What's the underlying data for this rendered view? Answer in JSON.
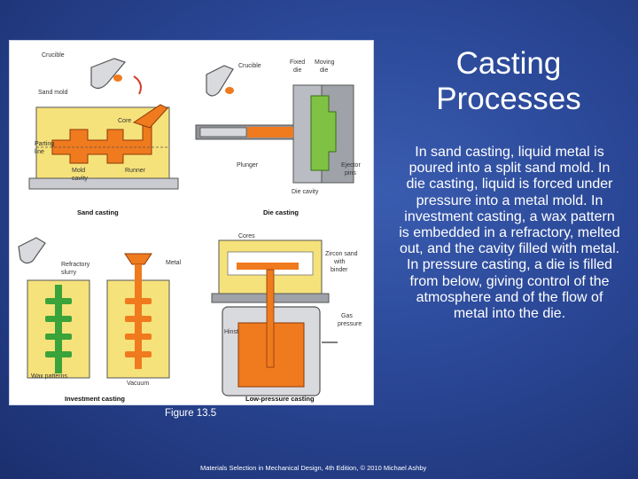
{
  "slide": {
    "title": "Casting Processes",
    "body": "In sand casting, liquid metal is poured into a split sand mold. In die casting, liquid is forced under pressure into a metal mold. In investment casting, a wax pattern is embedded in a refractory, melted out, and the cavity filled with metal. In pressure casting, a die is filled from below, giving control of the atmosphere and of the flow of metal into the die.",
    "figure_caption": "Figure 13.5",
    "credit": "Materials Selection in Mechanical Design, 4th Edition, © 2010 Michael Ashby"
  },
  "figure": {
    "sand": {
      "caption": "Sand casting",
      "crucible": "Crucible",
      "sand_mold": "Sand mold",
      "core": "Core",
      "parting_line_1": "Parting",
      "parting_line_2": "line",
      "mold_cavity_1": "Mold",
      "mold_cavity_2": "cavity",
      "runner": "Runner"
    },
    "die": {
      "caption": "Die casting",
      "crucible": "Crucible",
      "fixed_die_1": "Fixed",
      "fixed_die_2": "die",
      "moving_die_1": "Moving",
      "moving_die_2": "die",
      "ejector_pins_1": "Ejector",
      "ejector_pins_2": "pins",
      "plunger": "Plunger",
      "die_cavity": "Die cavity"
    },
    "investment": {
      "caption": "Investment casting",
      "refractory_1": "Refractory",
      "refractory_2": "slurry",
      "metal": "Metal",
      "wax_patterns": "Wax patterns",
      "vacuum": "Vacuum"
    },
    "low_pressure": {
      "caption": "Low-pressure casting",
      "cores": "Cores",
      "zircon_1": "Zircon sand",
      "zircon_2": "with",
      "zircon_3": "binder",
      "hinst": "Hinst",
      "gas_1": "Gas",
      "gas_2": "pressure"
    }
  },
  "colors": {
    "background": "#2a4796",
    "metal_orange": "#f07a1e",
    "sand_yellow": "#f6e27a",
    "wax_green": "#3aa33a",
    "die_gray": "#b9bcc2"
  }
}
